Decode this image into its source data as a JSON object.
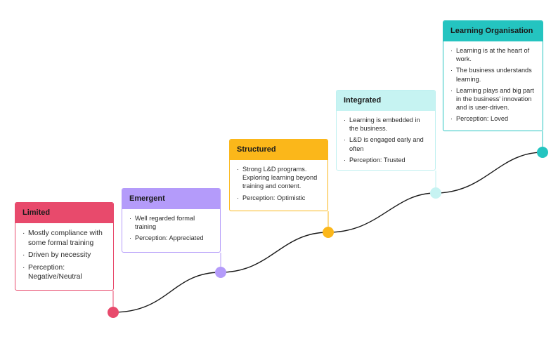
{
  "colors": {
    "limited": "#e84a6c",
    "emergent": "#b49bfa",
    "structured": "#fbb71a",
    "integrated": "#bff0f0",
    "learning_organisation": "#24c4c0",
    "curve": "#1a1a1a"
  },
  "stages": [
    {
      "title": "Limited",
      "points": [
        "Mostly compliance with some formal training",
        "Driven by necessity",
        "Perception: Negative/Neutral"
      ]
    },
    {
      "title": "Emergent",
      "points": [
        "Well regarded formal training",
        "Perception: Appreciated"
      ]
    },
    {
      "title": "Structured",
      "points": [
        "Strong L&D programs. Exploring learning beyond training and content.",
        "Perception: Optimistic"
      ]
    },
    {
      "title": "Integrated",
      "points": [
        "Learning is embedded in the business.",
        "L&D is engaged early and often",
        "Perception: Trusted"
      ]
    },
    {
      "title": "Learning Organisation",
      "points": [
        "Learning is at the heart of work.",
        "The business understands learning.",
        "Learning plays and big part in the business' innovation and is user-driven.",
        "Perception: Loved"
      ]
    }
  ]
}
